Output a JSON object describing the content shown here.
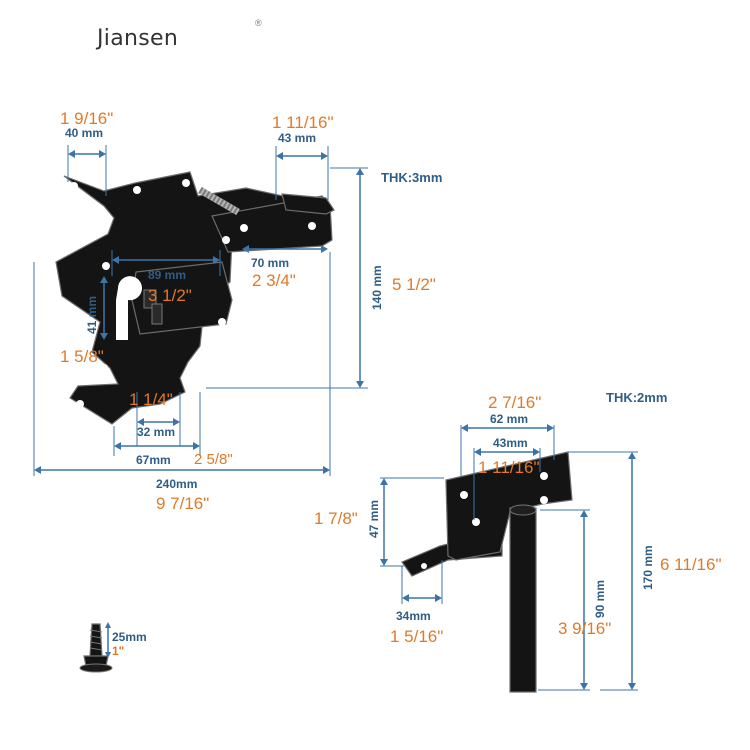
{
  "brand": {
    "name": "Jiansen",
    "mark": "®"
  },
  "latch": {
    "thickness": "THK:3mm",
    "dims": {
      "top_left": {
        "mm": "40 mm",
        "inch": "1 9/16\""
      },
      "top_right": {
        "mm": "43 mm",
        "inch": "1 11/16\""
      },
      "mid_width": {
        "mm": "89 mm",
        "inch": "3 1/2\""
      },
      "bar_width": {
        "mm": "70 mm",
        "inch": "2 3/4\""
      },
      "height": {
        "mm": "140 mm",
        "inch": "5 1/2\""
      },
      "slot": {
        "mm": "41 mm",
        "inch": "1 5/8\""
      },
      "bottom_small": {
        "mm": "32 mm",
        "inch": "1 1/4\""
      },
      "bottom_mid": {
        "mm": "67mm",
        "inch": "2 5/8\""
      },
      "total": {
        "mm": "240mm",
        "inch": "9 7/16\""
      }
    }
  },
  "keeper": {
    "thickness": "THK:2mm",
    "dims": {
      "plate_width": {
        "mm": "62 mm",
        "inch": "2 7/16\""
      },
      "hole_span": {
        "mm": "43mm",
        "inch": "1 11/16\""
      },
      "plate_height": {
        "mm": "47 mm",
        "inch": "1 7/8\""
      },
      "base_width": {
        "mm": "34mm",
        "inch": "1 5/16\""
      },
      "pin_length": {
        "mm": "90 mm",
        "inch": "3 9/16\""
      },
      "total_height": {
        "mm": "170 mm",
        "inch": "6 11/16\""
      }
    }
  },
  "screw": {
    "mm": "25mm",
    "inch": "1\""
  }
}
